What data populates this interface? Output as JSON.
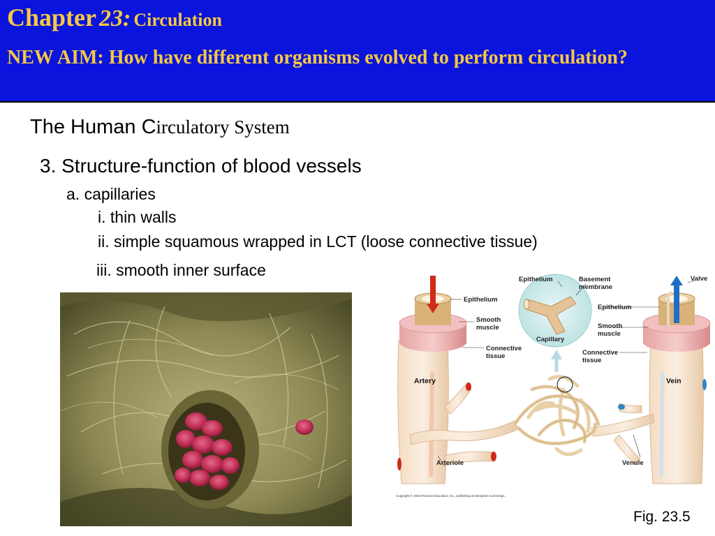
{
  "header": {
    "chapter_word": "Chapter",
    "chapter_number": "23:",
    "chapter_topic": "Circulation",
    "aim": "NEW AIM: How have different organisms evolved to perform circulation?"
  },
  "body": {
    "subtitle_sans": "The Human C",
    "subtitle_serif": "irculatory System",
    "point": "3. Structure-function of blood vessels",
    "sub_a": "a. capillaries",
    "sub_i": "i. thin walls",
    "sub_ii": "ii. simple squamous wrapped in LCT (loose connective tissue)",
    "sub_iii": "iii. smooth inner surface"
  },
  "diagram": {
    "labels": {
      "epithelium_top": "Epithelium",
      "basement_1": "Basement",
      "basement_2": "membrane",
      "valve": "Valve",
      "epithelium_left": "Epithelium",
      "smooth_muscle_left_1": "Smooth",
      "smooth_muscle_left_2": "muscle",
      "connective_left_1": "Connective",
      "connective_left_2": "tissue",
      "capillary": "Capillary",
      "epithelium_right": "Epithelium",
      "smooth_muscle_right_1": "Smooth",
      "smooth_muscle_right_2": "muscle",
      "connective_right_1": "Connective",
      "connective_right_2": "tissue",
      "artery": "Artery",
      "vein": "Vein",
      "arteriole": "Arteriole",
      "venule": "Venule"
    },
    "copyright": "Copyright © 2003 Pearson Education, Inc., publishing as Benjamin Cummings."
  },
  "figure_caption": "Fig. 23.5",
  "colors": {
    "header_bg": "#0a14dc",
    "header_text": "#f6c842"
  }
}
